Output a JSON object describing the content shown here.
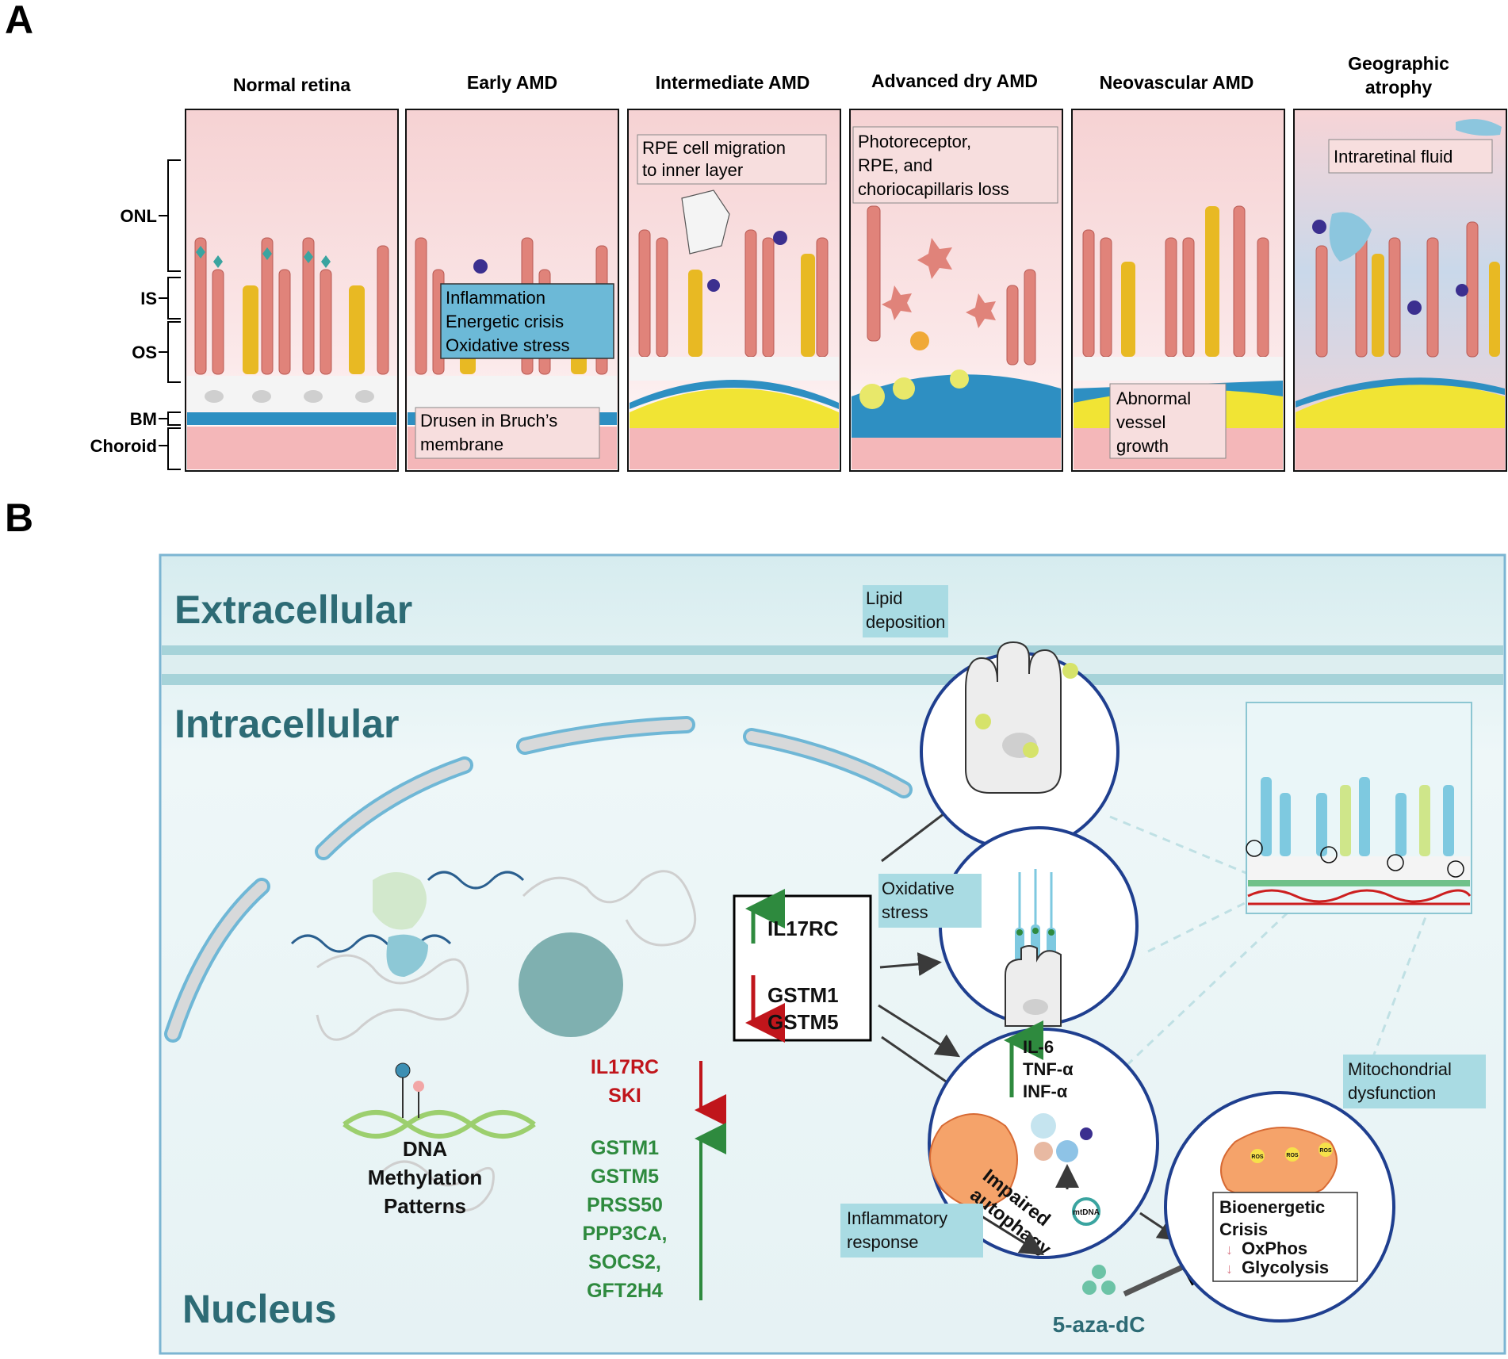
{
  "panel_a": {
    "letter": "A",
    "panel_titles": [
      "Normal retina",
      "Early AMD",
      "Intermediate AMD",
      "Advanced dry AMD",
      "Neovascular AMD"
    ],
    "geographic_title": [
      "Geographic",
      "atrophy"
    ],
    "layers": [
      "ONL",
      "IS",
      "OS",
      "BM",
      "Choroid"
    ],
    "early_box": [
      "Inflammation",
      "Energetic crisis",
      "Oxidative stress"
    ],
    "drusen_box": [
      "Drusen in Bruch’s",
      "membrane"
    ],
    "intermediate_box": [
      "RPE cell migration",
      "to inner layer"
    ],
    "advanced_box": [
      "Photoreceptor,",
      "RPE, and",
      "choriocapillaris loss"
    ],
    "neovascular_box": [
      "Abnormal",
      "vessel",
      "growth"
    ],
    "geographic_box": "Intraretinal fluid"
  },
  "panel_b": {
    "letter": "B",
    "extracellular": "Extracellular",
    "intracellular": "Intracellular",
    "nucleus": "Nucleus",
    "dna": [
      "DNA",
      "Methylation",
      "Patterns"
    ],
    "down_genes": [
      "IL17RC",
      "SKI"
    ],
    "up_genes": [
      "GSTM1",
      "GSTM5",
      "PRSS50",
      "PPP3CA,",
      "SOCS2,",
      "GFT2H4"
    ],
    "box_up": "IL17RC",
    "box_down": [
      "GSTM1",
      "GSTM5"
    ],
    "lipid": [
      "Lipid",
      "deposition"
    ],
    "oxidative": [
      "Oxidative",
      "stress"
    ],
    "inflammatory": [
      "Inflammatory",
      "response"
    ],
    "cytokines": [
      "IL-6",
      "TNF-α",
      "INF-α"
    ],
    "autophagy": [
      "Impaired",
      "autophagy"
    ],
    "mtdna": "mtDNA",
    "ros": "ROS",
    "mito": [
      "Mitochondrial",
      "dysfunction"
    ],
    "bioenergetic": [
      "Bioenergetic",
      "Crisis"
    ],
    "oxphos": "OxPhos",
    "glycolysis": "Glycolysis",
    "drug": "5-aza-dC"
  },
  "colors": {
    "teal_text": "#2d6b75",
    "green_gene": "#2e8a3e",
    "red_gene": "#c0151b",
    "circle_blue": "#1f3f8f",
    "label_bg": "#a9dbe3",
    "cell_bg": "#e9f4f5",
    "membrane": "#a6d3d9"
  }
}
